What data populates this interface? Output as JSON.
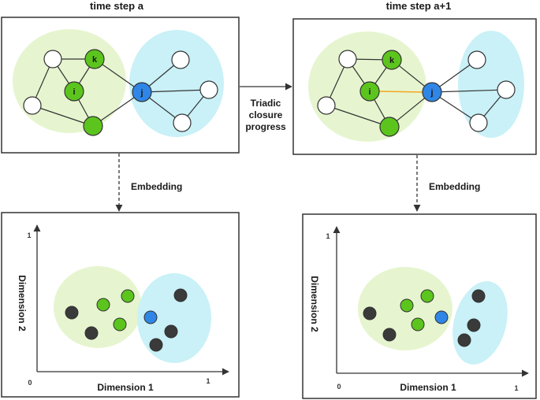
{
  "panels": {
    "top_left_title": "time step a",
    "top_right_title": "time step a+1"
  },
  "arrows": {
    "middle_label_lines": [
      "Triadic",
      "closure",
      "progress"
    ],
    "embedding_left": "Embedding",
    "embedding_right": "Embedding"
  },
  "nodes": {
    "k": "k",
    "i": "i",
    "j": "j"
  },
  "plots": {
    "x_axis_label": "Dimension 1",
    "y_axis_label": "Dimension 2",
    "origin": "0",
    "x_max": "1",
    "y_max": "1"
  },
  "colors": {
    "green_region": "#e6f5cf",
    "blue_region": "#c9f1f7",
    "green_node": "#5cc51d",
    "blue_node": "#2f86e6",
    "gray_node": "#3a3a3a",
    "new_edge": "#f5a623"
  }
}
